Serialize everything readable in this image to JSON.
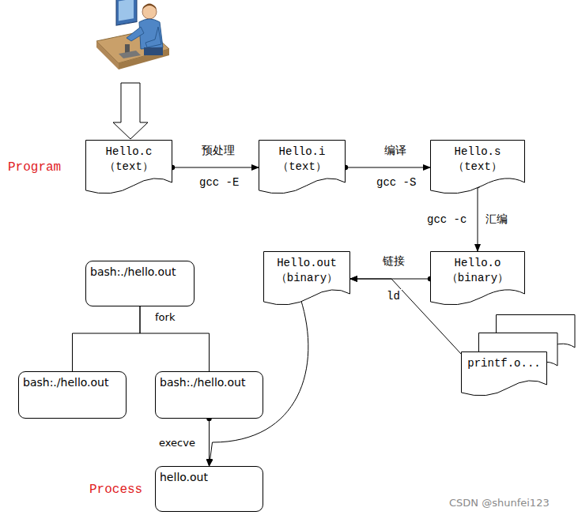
{
  "diagram": {
    "nodes": [
      {
        "text": [
          "Hello.c",
          "（text）"
        ]
      },
      {
        "text": [
          "Hello.i",
          "（text）"
        ]
      },
      {
        "text": [
          "Hello.s",
          "（text）"
        ]
      },
      {
        "text": [
          "Hello.out",
          "（binary）"
        ]
      },
      {
        "text": [
          "Hello.o",
          "（binary）"
        ]
      },
      {
        "text": [
          "bash:./hello.out"
        ]
      },
      {
        "text": [
          "printf.o..."
        ]
      },
      {
        "text": [
          "bash:./hello.out"
        ]
      },
      {
        "text": [
          "bash:./hello.out"
        ]
      },
      {
        "text": [
          "hello.out"
        ]
      }
    ],
    "edges": [
      {
        "from": 0,
        "to": 1,
        "label": "预处理",
        "arrow": "to"
      },
      {
        "from": 1,
        "to": 2,
        "label": "编译",
        "arrow": "to"
      },
      {
        "from": 2,
        "to": 4,
        "label": "汇编",
        "arrow": "to"
      },
      {
        "from": 4,
        "to": 3,
        "label": "链接",
        "arrow": "to"
      },
      {
        "from": 6,
        "to": 3,
        "arrow": "to"
      },
      {
        "from": 5,
        "to": 7,
        "arrow": "none"
      },
      {
        "from": 5,
        "to": 8,
        "arrow": "none"
      },
      {
        "from": 3,
        "to": 9,
        "arrow": "to"
      },
      {
        "from": 8,
        "to": 9,
        "label": "execve",
        "arrow": "to"
      }
    ],
    "labels": [
      "gcc -E",
      "gcc -S",
      "gcc -c",
      "ld",
      "fork",
      "Program",
      "Process",
      "CSDN @shunfei123"
    ]
  }
}
